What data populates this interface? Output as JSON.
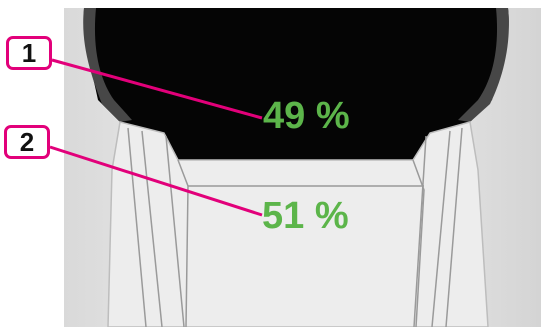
{
  "callouts": [
    {
      "number": "1",
      "value": "49 %"
    },
    {
      "number": "2",
      "value": "51 %"
    }
  ],
  "colors": {
    "callout_border": "#e2007a",
    "value_text": "#5cb54a",
    "outer_section": "#000000",
    "inner_section": "#ededed"
  }
}
